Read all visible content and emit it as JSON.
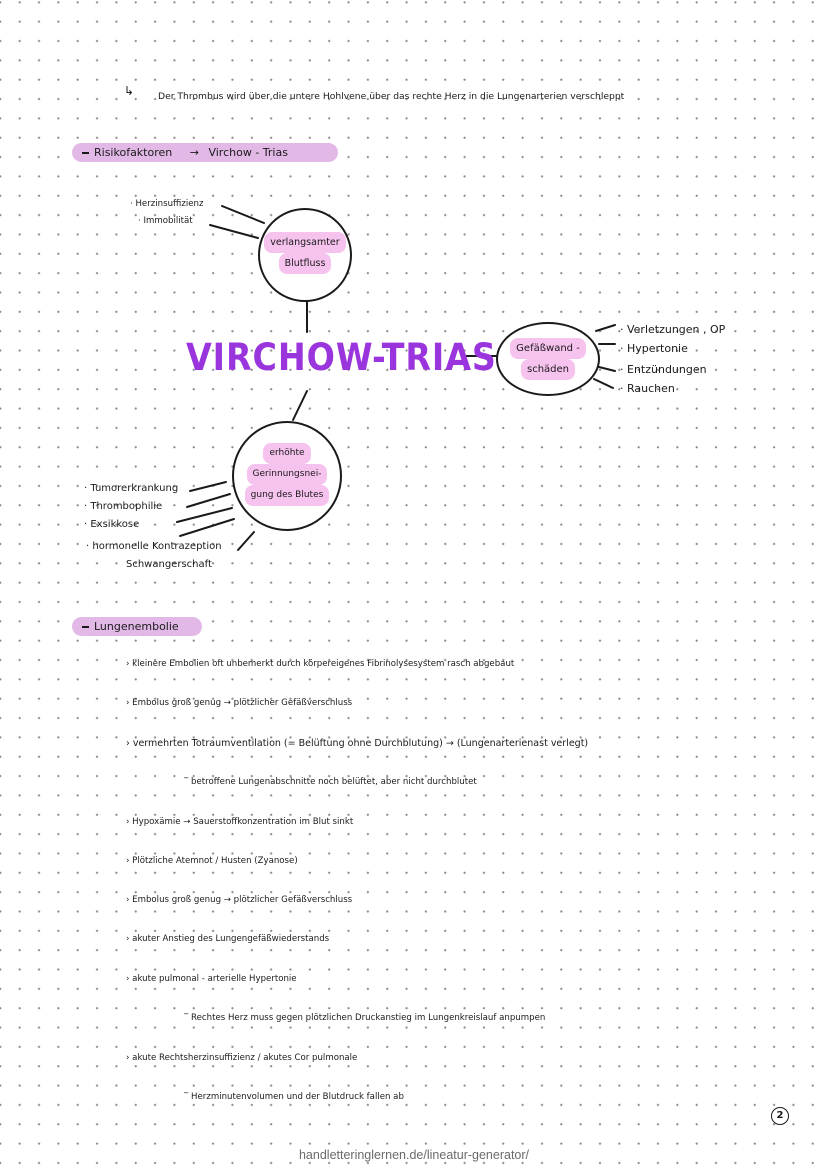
{
  "top_note": "Der Thrombus wird über die untere Hohlvene über das rechte Herz in die Lungenarterien verschleppt",
  "risk_header": {
    "label": "Risikofaktoren",
    "arrow": "→",
    "target": "Virchow - Trias"
  },
  "diagram": {
    "title": "VIRCHOW-TRIAS",
    "flow": {
      "lines": [
        "verlangsamter",
        "Blutfluss"
      ],
      "factors": [
        "· Herzinsuffizienz",
        "· Immobilität"
      ]
    },
    "wall": {
      "lines": [
        "Gefäßwand -",
        "schäden"
      ],
      "factors": [
        "· Verletzungen , OP",
        "· Hypertonie",
        "· Entzündungen",
        "· Rauchen"
      ]
    },
    "coag": {
      "lines": [
        "erhöhte",
        "Gerinnungsnei-",
        "gung des Blutes"
      ],
      "factors": [
        "· Tumorerkrankung",
        "· Thrombophilie",
        "· Exsikkose",
        "· hormonelle Kontrazeption",
        "Schwangerschaft"
      ]
    }
  },
  "embolism_header": {
    "label": "Lungenembolie"
  },
  "embolism_points": [
    {
      "kind": "bullet",
      "text": "kleinere Embolien oft unbemerkt durch körpereigenes Fibrinolysesystem rasch abgebaut"
    },
    {
      "kind": "bullet",
      "text": "Embolus groß genug → plötzlicher Gefäßverschluss"
    },
    {
      "kind": "bullet",
      "text": "vermehrten Totraumventilation (= Belüftung ohne Durchblutung) → (Lungenarterienast verlegt)"
    },
    {
      "kind": "sub",
      "text": "betroffene Lungenabschnitte noch belüftet, aber nicht durchblutet"
    },
    {
      "kind": "bullet",
      "text": "Hypoxämie → Sauerstoffkonzentration im Blut sinkt"
    },
    {
      "kind": "bullet",
      "text": "Plötzliche Atemnot / Husten (Zyanose)"
    },
    {
      "kind": "bullet",
      "text": "Embolus groß genug → plötzlicher Gefäßverschluss"
    },
    {
      "kind": "bullet",
      "text": "akuter Anstieg des Lungengefäßwiederstands"
    },
    {
      "kind": "bullet",
      "text": "akute pulmonal - arterielle Hypertonie"
    },
    {
      "kind": "sub",
      "text": "Rechtes Herz muss gegen plötzlichen Druckanstieg im Lungenkreislauf anpumpen"
    },
    {
      "kind": "bullet",
      "text": "akute Rechtsherzinsuffizienz / akutes Cor pulmonale"
    },
    {
      "kind": "sub",
      "text": "Herzminutenvolumen und der Blutdruck fallen ab"
    }
  ],
  "page_number": "2",
  "footer": "handletteringlernen.de/lineatur-generator/",
  "colors": {
    "accent_title": "#9a35de",
    "pill": "#e2b9e6",
    "highlight": "#f6c2ee"
  }
}
